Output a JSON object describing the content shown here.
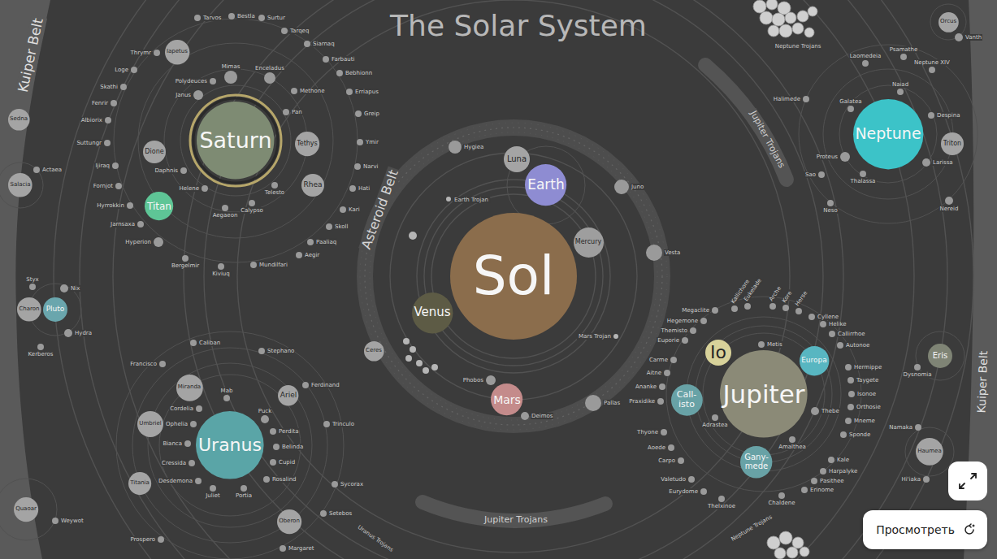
{
  "diagram": {
    "title": "The Solar System",
    "nodes": [
      {
        "text": [
          "Sol"
        ]
      },
      {
        "text": [
          "Mercury"
        ]
      },
      {
        "text": [
          "Venus"
        ]
      },
      {
        "text": [
          "Earth"
        ]
      },
      {
        "text": [
          "Luna"
        ]
      },
      {
        "text": [
          "Mars"
        ]
      },
      {
        "text": [
          "Phobos"
        ]
      },
      {
        "text": [
          "Deimos"
        ]
      },
      {
        "text": [
          "Hygiea"
        ]
      },
      {
        "text": [
          "Juno"
        ]
      },
      {
        "text": [
          "Vesta"
        ]
      },
      {
        "text": [
          "Pallas"
        ]
      },
      {
        "text": [
          "Ceres"
        ]
      },
      {
        "text": [
          "Saturn"
        ]
      },
      {
        "text": [
          "Titan"
        ]
      },
      {
        "text": [
          "Iapetus"
        ]
      },
      {
        "text": [
          "Rhea"
        ]
      },
      {
        "text": [
          "Tethys"
        ]
      },
      {
        "text": [
          "Dione"
        ]
      },
      {
        "text": [
          "Mimas"
        ]
      },
      {
        "text": [
          "Enceladus"
        ]
      },
      {
        "text": [
          "Janus"
        ]
      },
      {
        "text": [
          "Polydeuces"
        ]
      },
      {
        "text": [
          "Methone"
        ]
      },
      {
        "text": [
          "Pan"
        ]
      },
      {
        "text": [
          "Daphnis"
        ]
      },
      {
        "text": [
          "Helene"
        ]
      },
      {
        "text": [
          "Aegaeon"
        ]
      },
      {
        "text": [
          "Calypso"
        ]
      },
      {
        "text": [
          "Telesto"
        ]
      },
      {
        "text": [
          "Thrymr"
        ]
      },
      {
        "text": [
          "Loge"
        ]
      },
      {
        "text": [
          "Skathi"
        ]
      },
      {
        "text": [
          "Fenrir"
        ]
      },
      {
        "text": [
          "Albiorix"
        ]
      },
      {
        "text": [
          "Suttungr"
        ]
      },
      {
        "text": [
          "Ijiraq"
        ]
      },
      {
        "text": [
          "Fornjot"
        ]
      },
      {
        "text": [
          "Hyrrokkin"
        ]
      },
      {
        "text": [
          "Jarnsaxa"
        ]
      },
      {
        "text": [
          "Hyperion"
        ]
      },
      {
        "text": [
          "Bergelmir"
        ]
      },
      {
        "text": [
          "Kiviuq"
        ]
      },
      {
        "text": [
          "Mundilfari"
        ]
      },
      {
        "text": [
          "Aegir"
        ]
      },
      {
        "text": [
          "Paaliaq"
        ]
      },
      {
        "text": [
          "Skoll"
        ]
      },
      {
        "text": [
          "Kari"
        ]
      },
      {
        "text": [
          "Hati"
        ]
      },
      {
        "text": [
          "Narvi"
        ]
      },
      {
        "text": [
          "Ymir"
        ]
      },
      {
        "text": [
          "Greip"
        ]
      },
      {
        "text": [
          "Erriapus"
        ]
      },
      {
        "text": [
          "Bebhionn"
        ]
      },
      {
        "text": [
          "Farbauti"
        ]
      },
      {
        "text": [
          "Siarnaq"
        ]
      },
      {
        "text": [
          "Tarqeq"
        ]
      },
      {
        "text": [
          "Surtur"
        ]
      },
      {
        "text": [
          "Bestla"
        ]
      },
      {
        "text": [
          "Tarvos"
        ]
      },
      {
        "text": [
          "Jupiter"
        ]
      },
      {
        "text": [
          "Io"
        ]
      },
      {
        "text": [
          "Europa"
        ]
      },
      {
        "text": [
          "Call- isto"
        ]
      },
      {
        "text": [
          "Gany- mede"
        ]
      },
      {
        "text": [
          "Metis"
        ]
      },
      {
        "text": [
          "Adrastea"
        ]
      },
      {
        "text": [
          "Amalthea"
        ]
      },
      {
        "text": [
          "Thebe"
        ]
      },
      {
        "text": [
          "Megaclite"
        ]
      },
      {
        "text": [
          "Hegemone"
        ]
      },
      {
        "text": [
          "Themisto"
        ]
      },
      {
        "text": [
          "Euporie"
        ]
      },
      {
        "text": [
          "Carme"
        ]
      },
      {
        "text": [
          "Aitne"
        ]
      },
      {
        "text": [
          "Ananke"
        ]
      },
      {
        "text": [
          "Praxidike"
        ]
      },
      {
        "text": [
          "Thyone"
        ]
      },
      {
        "text": [
          "Aoede"
        ]
      },
      {
        "text": [
          "Carpo"
        ]
      },
      {
        "text": [
          "Valetudo"
        ]
      },
      {
        "text": [
          "Eurydome"
        ]
      },
      {
        "text": [
          "Thelxinoe"
        ]
      },
      {
        "text": [
          "Chaldene"
        ]
      },
      {
        "text": [
          "Kallichore"
        ]
      },
      {
        "text": [
          "Eukelade"
        ]
      },
      {
        "text": [
          "Arche"
        ]
      },
      {
        "text": [
          "Kore"
        ]
      },
      {
        "text": [
          "Herse"
        ]
      },
      {
        "text": [
          "Cyllene"
        ]
      },
      {
        "text": [
          "Helike"
        ]
      },
      {
        "text": [
          "Callirrhoe"
        ]
      },
      {
        "text": [
          "Autonoe"
        ]
      },
      {
        "text": [
          "Hermippe"
        ]
      },
      {
        "text": [
          "Taygete"
        ]
      },
      {
        "text": [
          "Isonoe"
        ]
      },
      {
        "text": [
          "Orthosie"
        ]
      },
      {
        "text": [
          "Mneme"
        ]
      },
      {
        "text": [
          "Sponde"
        ]
      },
      {
        "text": [
          "Kale"
        ]
      },
      {
        "text": [
          "Harpalyke"
        ]
      },
      {
        "text": [
          "Pasithee"
        ]
      },
      {
        "text": [
          "Erinome"
        ]
      },
      {
        "text": [
          "Uranus"
        ]
      },
      {
        "text": [
          "Miranda"
        ]
      },
      {
        "text": [
          "Ariel"
        ]
      },
      {
        "text": [
          "Umbriel"
        ]
      },
      {
        "text": [
          "Titania"
        ]
      },
      {
        "text": [
          "Oberon"
        ]
      },
      {
        "text": [
          "Mab"
        ]
      },
      {
        "text": [
          "Puck"
        ]
      },
      {
        "text": [
          "Cordelia"
        ]
      },
      {
        "text": [
          "Ophelia"
        ]
      },
      {
        "text": [
          "Bianca"
        ]
      },
      {
        "text": [
          "Cressida"
        ]
      },
      {
        "text": [
          "Desdemona"
        ]
      },
      {
        "text": [
          "Juliet"
        ]
      },
      {
        "text": [
          "Portia"
        ]
      },
      {
        "text": [
          "Rosalind"
        ]
      },
      {
        "text": [
          "Cupid"
        ]
      },
      {
        "text": [
          "Belinda"
        ]
      },
      {
        "text": [
          "Perdita"
        ]
      },
      {
        "text": [
          "Caliban"
        ]
      },
      {
        "text": [
          "Stephano"
        ]
      },
      {
        "text": [
          "Francisco"
        ]
      },
      {
        "text": [
          "Ferdinand"
        ]
      },
      {
        "text": [
          "Trinculo"
        ]
      },
      {
        "text": [
          "Sycorax"
        ]
      },
      {
        "text": [
          "Setebos"
        ]
      },
      {
        "text": [
          "Margaret"
        ]
      },
      {
        "text": [
          "Prospero"
        ]
      },
      {
        "text": [
          "Neptune"
        ]
      },
      {
        "text": [
          "Triton"
        ]
      },
      {
        "text": [
          "Naiad"
        ]
      },
      {
        "text": [
          "Galatea"
        ]
      },
      {
        "text": [
          "Despina"
        ]
      },
      {
        "text": [
          "Larissa"
        ]
      },
      {
        "text": [
          "Proteus"
        ]
      },
      {
        "text": [
          "Thalassa"
        ]
      },
      {
        "text": [
          "Laomedeia"
        ]
      },
      {
        "text": [
          "Psamathe"
        ]
      },
      {
        "text": [
          "Neptune XIV"
        ]
      },
      {
        "text": [
          "Halimede"
        ]
      },
      {
        "text": [
          "Sao"
        ]
      },
      {
        "text": [
          "Neso"
        ]
      },
      {
        "text": [
          "Nereid"
        ]
      },
      {
        "text": [
          "Orcus"
        ]
      },
      {
        "text": [
          "Vanth"
        ]
      },
      {
        "text": [
          "Pluto"
        ]
      },
      {
        "text": [
          "Charon"
        ]
      },
      {
        "text": [
          "Styx"
        ]
      },
      {
        "text": [
          "Nix"
        ]
      },
      {
        "text": [
          "Hydra"
        ]
      },
      {
        "text": [
          "Kerberos"
        ]
      },
      {
        "text": [
          "Sedna"
        ]
      },
      {
        "text": [
          "Salacia"
        ]
      },
      {
        "text": [
          "Actaea"
        ]
      },
      {
        "text": [
          "Quaoar"
        ]
      },
      {
        "text": [
          "Weywot"
        ]
      },
      {
        "text": [
          "Eris"
        ]
      },
      {
        "text": [
          "Dysnomia"
        ]
      },
      {
        "text": [
          "Haumea"
        ]
      },
      {
        "text": [
          "Namaka"
        ]
      },
      {
        "text": [
          "Hi'iaka"
        ]
      }
    ],
    "labels": [
      "Kuiper Belt",
      "Asteroid Belt",
      "Earth Trojan",
      "Mars Trojan",
      "Jupiter Trojans",
      "Neptune Trojans",
      "Jupiter Trojans",
      "Neptune Trojans",
      "Uranus Trojans",
      "Kuiper Belt",
      "Просмотреть"
    ]
  }
}
